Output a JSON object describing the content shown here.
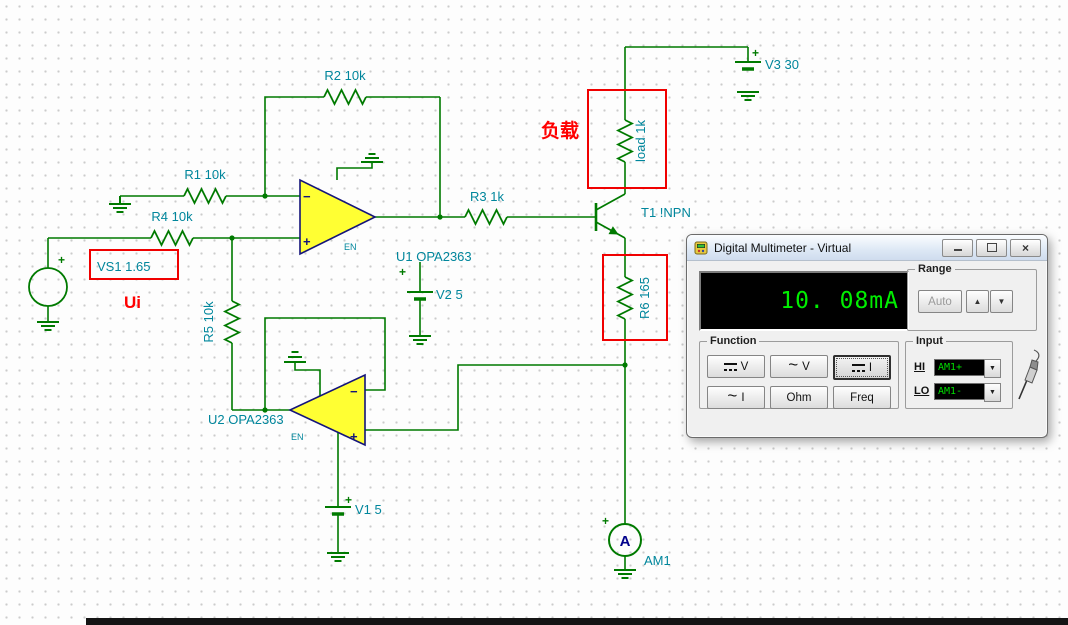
{
  "schematic": {
    "labels": {
      "r1": "R1 10k",
      "r2": "R2 10k",
      "r3": "R3 1k",
      "r4": "R4 10k",
      "r5": "R5 10k",
      "r6": "R6 165",
      "load": "load 1k",
      "vs1": "VS1 1.65",
      "v1": "V1 5",
      "v2": "V2 5",
      "v3": "V3 30",
      "t1": "T1 !NPN",
      "u1": "U1 OPA2363",
      "u2": "U2 OPA2363",
      "am1": "AM1",
      "en": "EN",
      "ammeter_glyph": "A"
    },
    "annotations": {
      "input_name": "Ui",
      "load_name_cn": "负载"
    },
    "marks": {
      "plus": "+",
      "minus": "−"
    },
    "colors": {
      "wire": "#007A00",
      "label": "#00869C",
      "annotation": "#FF0000",
      "opamp_fill": "#FFFF33",
      "am1_label": "#8B008B"
    }
  },
  "multimeter": {
    "title": "Digital Multimeter - Virtual",
    "display": {
      "value": "10. 08mA",
      "color": "#00EE00"
    },
    "range": {
      "label": "Range",
      "auto": "Auto"
    },
    "function": {
      "label": "Function",
      "buttons": [
        {
          "icon": "dc-icon",
          "label": "V",
          "selected": false
        },
        {
          "icon": "ac-icon",
          "label": "V",
          "selected": false
        },
        {
          "icon": "dc-icon",
          "label": "I",
          "selected": true
        },
        {
          "icon": "ac-icon",
          "label": "I",
          "selected": false
        },
        {
          "icon": "",
          "label": "Ohm",
          "selected": false
        },
        {
          "icon": "",
          "label": "Freq",
          "selected": false
        }
      ]
    },
    "input": {
      "label": "Input",
      "hi": "HI",
      "lo": "LO",
      "hi_value": "AM1+",
      "lo_value": "AM1-"
    }
  }
}
